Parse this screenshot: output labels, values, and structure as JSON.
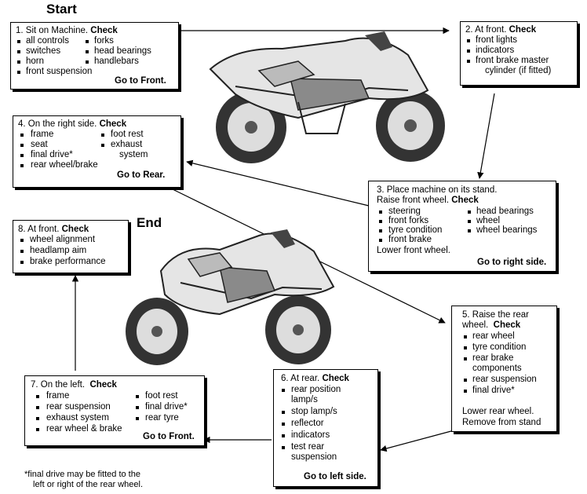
{
  "labels": {
    "start": "Start",
    "end": "End"
  },
  "step1": {
    "title": "1. Sit on Machine.",
    "check": "Check",
    "col1": [
      "all controls",
      "switches",
      "horn"
    ],
    "col2": [
      "forks",
      "head bearings",
      "handlebars"
    ],
    "extra": "front suspension",
    "go": "Go to Front."
  },
  "step2": {
    "title": "2.    At front.",
    "check": "Check",
    "items": [
      "front lights",
      "indicators",
      "front brake master"
    ],
    "cont": "cylinder (if fitted)"
  },
  "step3": {
    "title": "3. Place machine on its stand.",
    "line2": "Raise front wheel.",
    "check": "Check",
    "col1": [
      "steering",
      "front forks",
      "tyre condition",
      "front brake"
    ],
    "col2": [
      "head bearings",
      "wheel",
      "wheel bearings"
    ],
    "lower": "Lower front wheel.",
    "go": "Go to right side."
  },
  "step4": {
    "title": "4. On the right side.",
    "check": "Check",
    "col1": [
      "frame",
      "seat",
      "final drive*",
      "rear wheel/brake"
    ],
    "col2": [
      "foot rest",
      "exhaust"
    ],
    "col2cont": "system",
    "go": "Go to Rear."
  },
  "step5": {
    "title": "5. Raise the rear",
    "line2": "wheel.",
    "check": "Check",
    "items": [
      "rear wheel",
      "tyre condition",
      "rear brake",
      "rear suspension",
      "final drive*"
    ],
    "cont": "components",
    "lower": "Lower rear wheel.",
    "remove": "Remove from stand"
  },
  "step6": {
    "title": "6. At rear.",
    "check": "Check",
    "items": [
      "rear position",
      "stop lamp/s",
      "reflector",
      "indicators",
      "test rear"
    ],
    "cont1": "lamp/s",
    "cont2": "suspension",
    "go": "Go to left side."
  },
  "step7": {
    "title": "7. On the left.",
    "check": "Check",
    "col1": [
      "frame",
      "rear suspension",
      "exhaust system",
      "rear wheel & brake"
    ],
    "col2": [
      "foot rest",
      "final drive*",
      "rear tyre"
    ],
    "go": "Go to Front."
  },
  "step8": {
    "title": "8. At front.",
    "check": "Check",
    "items": [
      "wheel alignment",
      "headlamp aim",
      "brake performance"
    ]
  },
  "footnote": {
    "line1": "*final drive may be fitted to the",
    "line2": "left or right of the rear wheel."
  }
}
